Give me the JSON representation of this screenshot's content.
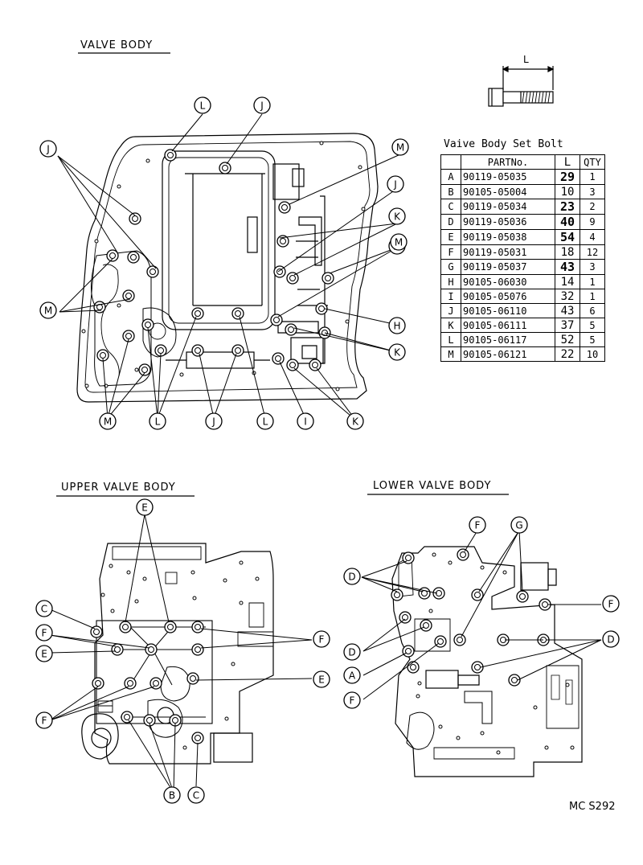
{
  "titles": {
    "valve_body": "VALVE BODY",
    "upper_valve_body": "UPPER VALVE BODY",
    "lower_valve_body": "LOWER VALVE BODY"
  },
  "bolt_dimension_label": "L",
  "table": {
    "caption": "Vaive Body Set Bolt",
    "headers": [
      "",
      "PARTNo.",
      "L",
      "QTY"
    ],
    "rows": [
      {
        "key": "A",
        "part": "90119-05035",
        "length": "29",
        "qty": "1"
      },
      {
        "key": "B",
        "part": "90105-05004",
        "length": "10",
        "qty": "3"
      },
      {
        "key": "C",
        "part": "90119-05034",
        "length": "23",
        "qty": "2"
      },
      {
        "key": "D",
        "part": "90119-05036",
        "length": "40",
        "qty": "9"
      },
      {
        "key": "E",
        "part": "90119-05038",
        "length": "54",
        "qty": "4"
      },
      {
        "key": "F",
        "part": "90119-05031",
        "length": "18",
        "qty": "12"
      },
      {
        "key": "G",
        "part": "90119-05037",
        "length": "43",
        "qty": "3"
      },
      {
        "key": "H",
        "part": "90105-06030",
        "length": "14",
        "qty": "1"
      },
      {
        "key": "I",
        "part": "90105-05076",
        "length": "32",
        "qty": "1"
      },
      {
        "key": "J",
        "part": "90105-06110",
        "length": "43",
        "qty": "6"
      },
      {
        "key": "K",
        "part": "90105-06111",
        "length": "37",
        "qty": "5"
      },
      {
        "key": "L",
        "part": "90105-06117",
        "length": "52",
        "qty": "5"
      },
      {
        "key": "M",
        "part": "90105-06121",
        "length": "22",
        "qty": "10"
      }
    ]
  },
  "callouts": {
    "valve_body": [
      "L",
      "J",
      "J",
      "M",
      "J",
      "K",
      "M",
      "M",
      "H",
      "K",
      "M",
      "L",
      "J",
      "L",
      "I",
      "K"
    ],
    "upper_valve_body": [
      "E",
      "C",
      "F",
      "E",
      "F",
      "E",
      "F",
      "B",
      "C"
    ],
    "lower_valve_body": [
      "F",
      "G",
      "D",
      "F",
      "D",
      "A",
      "F",
      "D"
    ]
  },
  "document_code": "MC S292"
}
